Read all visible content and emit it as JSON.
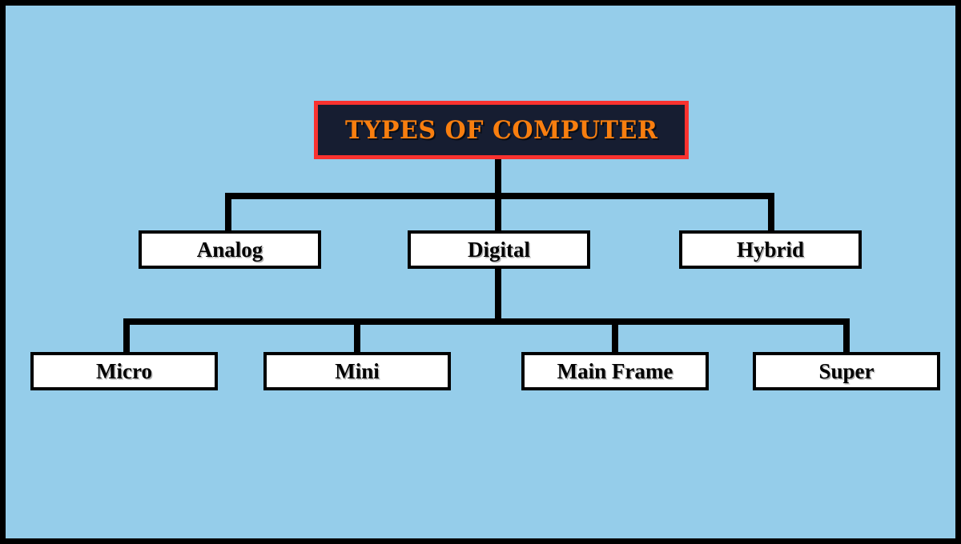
{
  "diagram": {
    "title": "TYPES OF COMPUTER",
    "background_color": "#95cdea",
    "border_color": "#000000",
    "title_box": {
      "label": "TYPES OF COMPUTER",
      "fill_color": "#161d31",
      "border_color": "#f9322f",
      "text_color": "#f87e0f"
    },
    "level_one": [
      {
        "label": "Analog"
      },
      {
        "label": "Digital"
      },
      {
        "label": "Hybrid"
      }
    ],
    "level_two": [
      {
        "label": "Micro"
      },
      {
        "label": "Mini"
      },
      {
        "label": "Main Frame"
      },
      {
        "label": "Super"
      }
    ],
    "node_style": {
      "fill_color": "#ffffff",
      "border_color": "#000000",
      "text_color": "#000000"
    }
  }
}
